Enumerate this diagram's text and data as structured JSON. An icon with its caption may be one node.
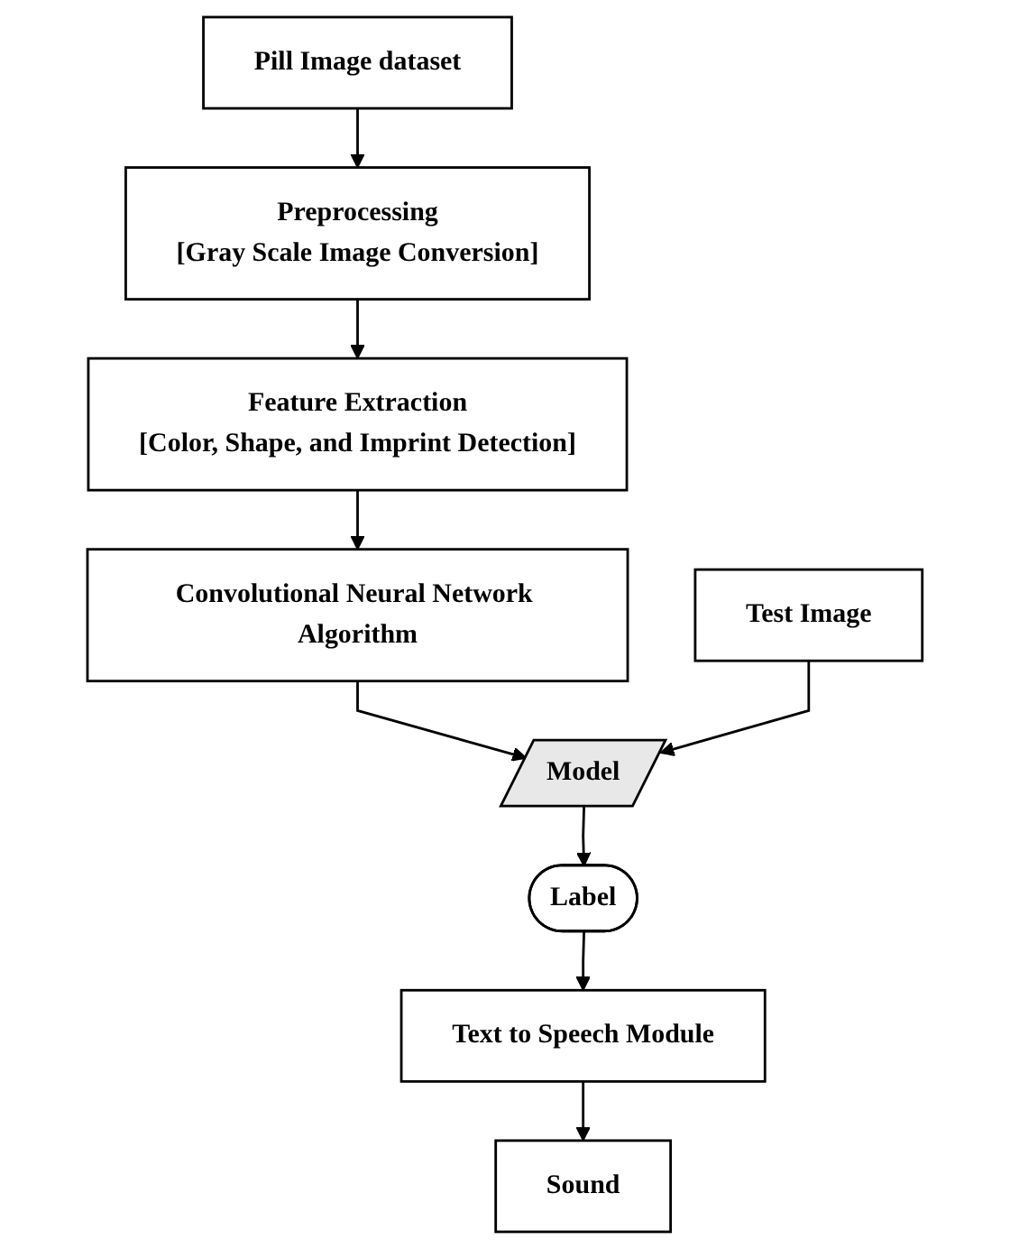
{
  "diagram": {
    "nodes": [
      {
        "text": [
          "Pill Image dataset"
        ]
      },
      {
        "text": [
          "Preprocessing",
          "[Gray Scale Image Conversion]"
        ]
      },
      {
        "text": [
          "Feature Extraction",
          "[Color, Shape, and Imprint Detection]"
        ]
      },
      {
        "text": [
          "Convolutional Neural Network Algorithm"
        ]
      },
      {
        "text": [
          "Test Image"
        ]
      },
      {
        "text": [
          "Model"
        ]
      },
      {
        "text": [
          "Label"
        ]
      },
      {
        "text": [
          "Text to Speech Module"
        ]
      },
      {
        "text": [
          "Sound"
        ]
      }
    ],
    "edges": [
      {
        "from": 0,
        "to": 1,
        "arrow": "to"
      },
      {
        "from": 1,
        "to": 2,
        "arrow": "to"
      },
      {
        "from": 2,
        "to": 3,
        "arrow": "to"
      },
      {
        "from": 3,
        "to": 5,
        "arrow": "to"
      },
      {
        "from": 4,
        "to": 5,
        "arrow": "to"
      },
      {
        "from": 5,
        "to": 6,
        "arrow": "to"
      },
      {
        "from": 6,
        "to": 7,
        "arrow": "to"
      },
      {
        "from": 7,
        "to": 8,
        "arrow": "to"
      }
    ]
  }
}
